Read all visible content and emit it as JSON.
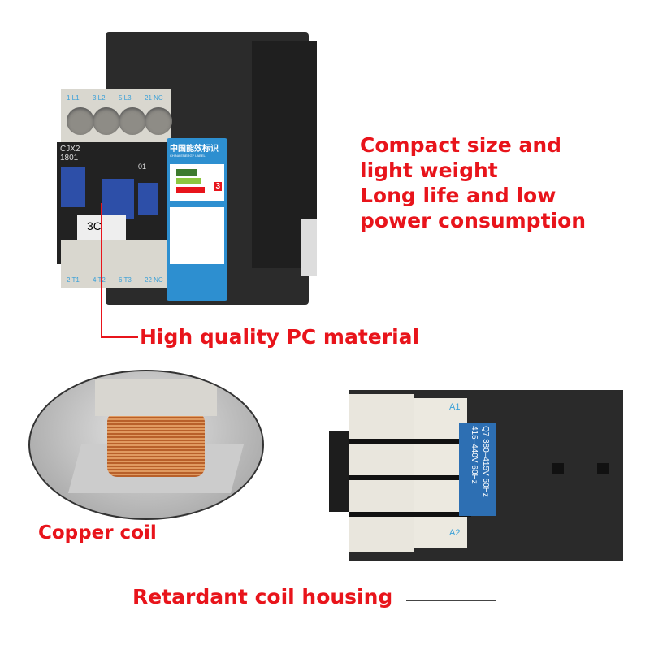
{
  "features": [
    "Compact size and",
    "light weight",
    "Long life and low",
    "power consumption"
  ],
  "callouts": {
    "pc_material": "High quality PC material",
    "copper_coil": "Copper coil",
    "coil_housing": "Retardant coil housing"
  },
  "top_contactor": {
    "model": "CJX2",
    "model_number": "1801",
    "marking": "01",
    "handwritten_tag": "3C",
    "terminals_top": [
      "1 L1",
      "3 L2",
      "5 L3",
      "21 NC"
    ],
    "terminals_bottom": [
      "2 T1",
      "4 T2",
      "6 T3",
      "22 NC"
    ],
    "energy_label": {
      "title": "中国能效标识",
      "subtitle": "CHINA ENERGY LABEL",
      "grade": "3"
    }
  },
  "bottom_contactor": {
    "coil_code": "Q7",
    "rating_line1": "380–415V 50Hz",
    "rating_line2": "415–440V 60Hz",
    "terminal_a1": "A1",
    "terminal_a2": "A2"
  },
  "colors": {
    "accent": "#e8141b",
    "housing": "#2a2a2a",
    "label_blue": "#2d6fb3"
  }
}
